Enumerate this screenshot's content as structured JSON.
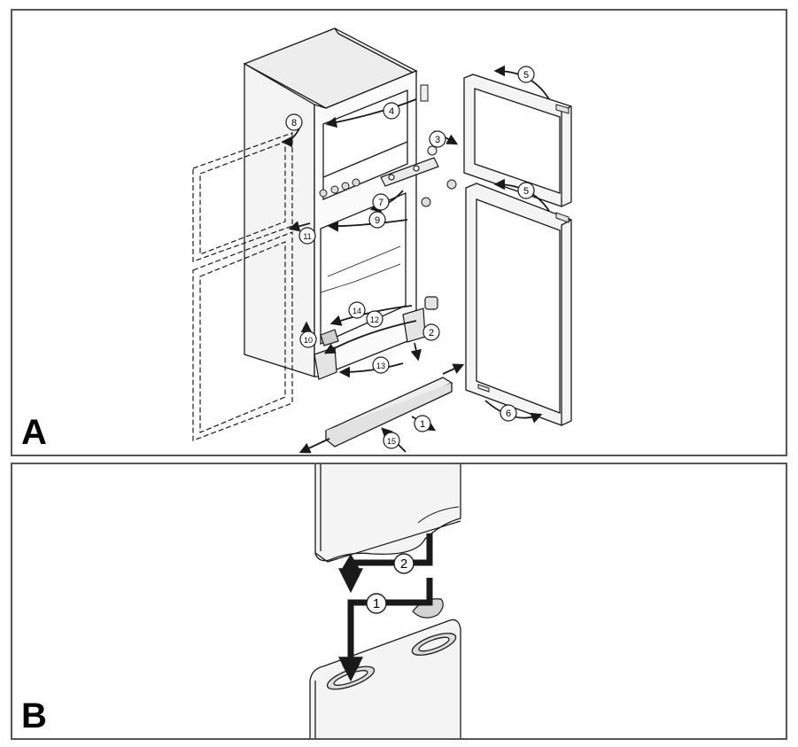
{
  "panels": [
    {
      "letter": "A"
    },
    {
      "letter": "B"
    }
  ],
  "step_labels_a": [
    "1",
    "2",
    "3",
    "4",
    "5",
    "5",
    "6",
    "7",
    "8",
    "9",
    "10",
    "11",
    "12",
    "13",
    "14",
    "15"
  ],
  "step_labels_b": [
    "1",
    "2"
  ],
  "colors": {
    "line": "#1a1a1a",
    "frame": "#555555",
    "fill": "#f3f3f3",
    "shade": "#d8d8d8"
  }
}
